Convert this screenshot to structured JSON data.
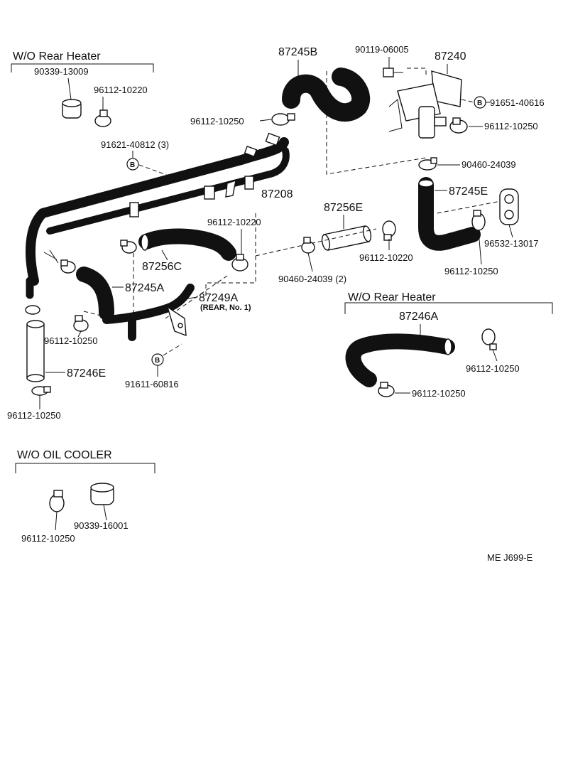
{
  "groups": {
    "wo_rear_heater_top": "W/O Rear Heater",
    "wo_rear_heater_right": "W/O Rear Heater",
    "wo_oil_cooler": "W/O OIL  COOLER"
  },
  "parts": {
    "p90339_13009": "90339-13009",
    "p96112_10220_a": "96112-10220",
    "p96112_10250_a": "96112-10250",
    "p91621_40812": "91621-40812 (3)",
    "p87245B": "87245B",
    "p90119_06005": "90119-06005",
    "p87240": "87240",
    "p91651_40616": "91651-40616",
    "p96112_10250_b": "96112-10250",
    "p90460_24039": "90460-24039",
    "p87208": "87208",
    "p87245E": "87245E",
    "p87256E": "87256E",
    "p96112_10220_b": "96112-10220",
    "p96112_10220_c": "96112-10220",
    "p96532_13017": "96532-13017",
    "p87256C": "87256C",
    "p90460_24039_2": "90460-24039 (2)",
    "p96112_10250_c": "96112-10250",
    "p87245A": "87245A",
    "p87249A": "87249A",
    "p87249A_note": "(REAR, No. 1)",
    "p96112_10250_d": "96112-10250",
    "p87246A": "87246A",
    "p96112_10250_e": "96112-10250",
    "p96112_10250_f": "96112-10250",
    "p87246E": "87246E",
    "p91611_60816": "91611-60816",
    "p96112_10250_g": "96112-10250",
    "p96112_10250_h": "96112-10250",
    "p90339_16001": "90339-16001"
  },
  "callout_symbol": "B",
  "diagram_code": "ME  J699-E"
}
